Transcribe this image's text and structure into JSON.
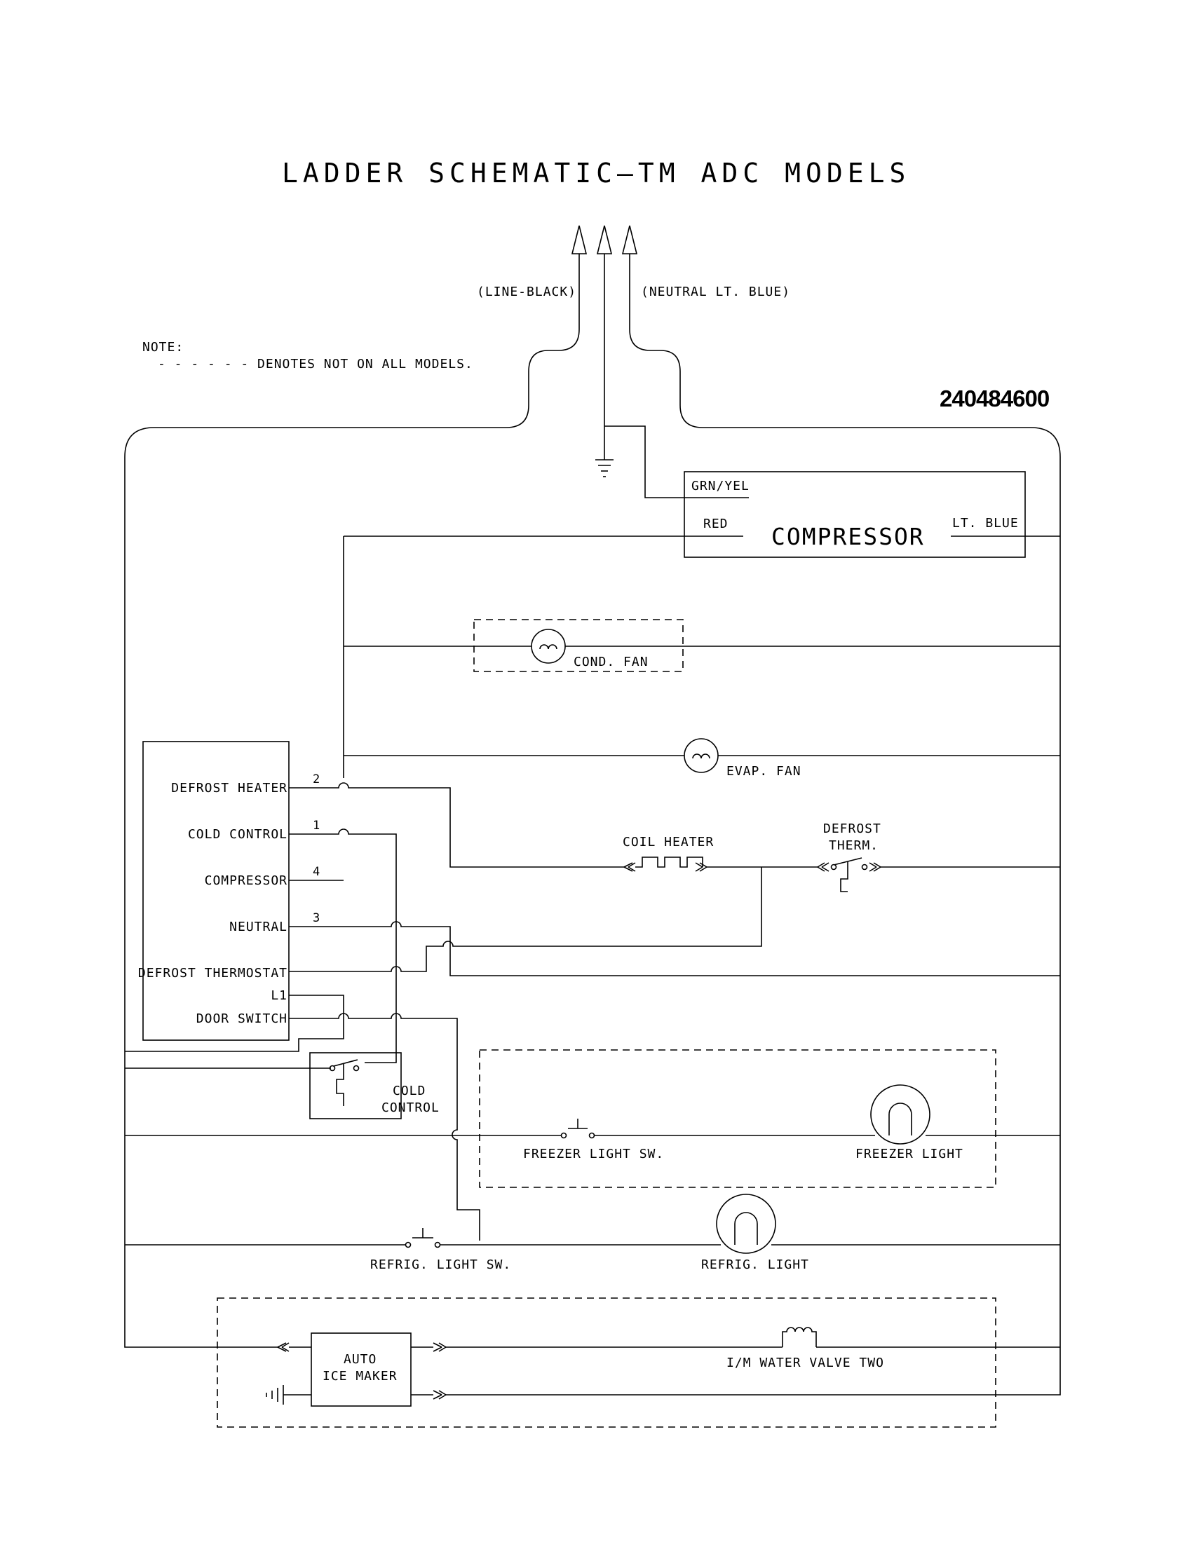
{
  "title": "LADDER SCHEMATIC—TM ADC MODELS",
  "part_number": "240484600",
  "note": {
    "heading": "NOTE:",
    "line": "- - - - - - DENOTES NOT ON ALL MODELS."
  },
  "supply": {
    "line_label": "(LINE-BLACK)",
    "neutral_label": "(NEUTRAL LT. BLUE)"
  },
  "compressor": {
    "name": "COMPRESSOR",
    "grn_yel": "GRN/YEL",
    "red": "RED",
    "lt_blue": "LT. BLUE"
  },
  "components": {
    "cond_fan": "COND. FAN",
    "evap_fan": "EVAP. FAN",
    "coil_heater": "COIL HEATER",
    "defrost_therm_1": "DEFROST",
    "defrost_therm_2": "THERM.",
    "cold_control_1": "COLD",
    "cold_control_2": "CONTROL",
    "freezer_light_sw": "FREEZER LIGHT SW.",
    "freezer_light": "FREEZER LIGHT",
    "refrig_light_sw": "REFRIG. LIGHT SW.",
    "refrig_light": "REFRIG. LIGHT",
    "ice_maker_1": "AUTO",
    "ice_maker_2": "ICE MAKER",
    "water_valve": "I/M WATER VALVE TWO"
  },
  "timer": {
    "defrost_heater": "DEFROST HEATER",
    "cold_control": "COLD CONTROL",
    "compressor": "COMPRESSOR",
    "neutral": "NEUTRAL",
    "defrost_thermostat": "DEFROST THERMOSTAT",
    "l1": "L1",
    "door_switch": "DOOR SWITCH",
    "pin_2": "2",
    "pin_1": "1",
    "pin_4": "4",
    "pin_3": "3"
  }
}
